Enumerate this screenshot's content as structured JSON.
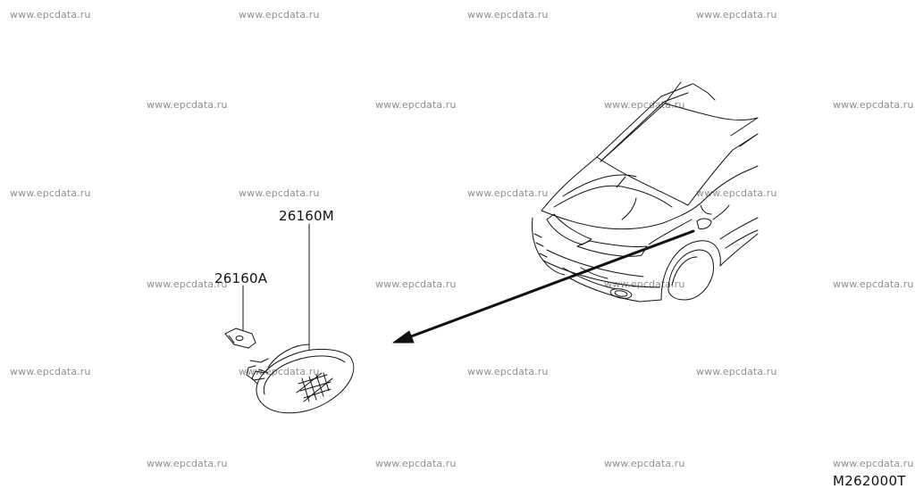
{
  "watermark": "www.epcdata.ru",
  "parts": {
    "lamp_assembly": "26160M",
    "bulb_socket": "26160A"
  },
  "diagram_code": "M262000T"
}
